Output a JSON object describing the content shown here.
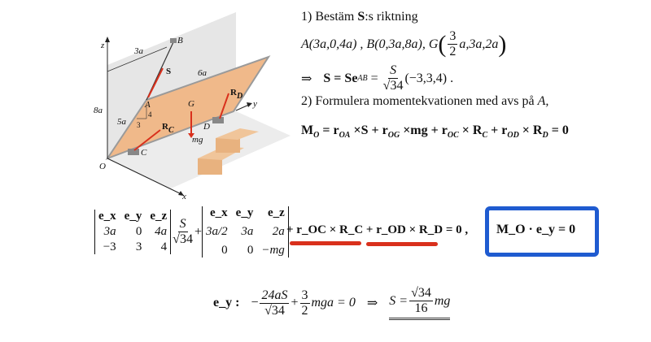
{
  "diagram": {
    "labels": {
      "z": "z",
      "x": "x",
      "y": "y",
      "O": "O",
      "A": "A",
      "B": "B",
      "C": "C",
      "D": "D",
      "G": "G",
      "S": "S",
      "RC": "R",
      "RC_sub": "C",
      "RD": "R",
      "RD_sub": "D",
      "mg": "mg",
      "3a": "3a",
      "6a": "6a",
      "8a": "8a",
      "5a": "5a",
      "four": "4",
      "three": "3"
    },
    "colors": {
      "board": "#f0b98a",
      "wall": "#e6e6e6",
      "force": "#d9301c",
      "edge": "#9a9a9a"
    }
  },
  "step1": {
    "heading_pre": "1) Bestäm ",
    "heading_bold": "S",
    "heading_post": ":s riktning",
    "points_a": "A(3a,0,4a) , B(0,3a,8a), G",
    "points_frac_num": "3",
    "points_frac_den": "2",
    "points_rest": "a,3a,2a",
    "arrow": "⇒",
    "s_lhs": "S = Se",
    "s_sub": "AB",
    "s_eq": "=",
    "s_frac_num": "S",
    "s_frac_den": "√34",
    "s_vec": "(−3,3,4) ."
  },
  "step2": {
    "heading": "2) Formulera momentekvationen med avs på ",
    "heading_point": "A,",
    "moment_eq": [
      "M",
      "O",
      " = ",
      "r",
      "OA",
      " ×S + ",
      "r",
      "OG",
      " ×mg + ",
      "r",
      "OC",
      " × R",
      "C",
      " + ",
      "r",
      "OD",
      " × R",
      "D",
      " = 0"
    ]
  },
  "determinants": {
    "det1": [
      "e_x",
      "e_y",
      "e_z",
      "3a",
      "0",
      "4a",
      "−3",
      "3",
      "4"
    ],
    "frac_num": "S",
    "frac_den": "√34",
    "plus": "+",
    "det2": [
      "e_x",
      "e_y",
      "e_z",
      "3a/2",
      "3a",
      "2a",
      "0",
      "0",
      "−mg"
    ],
    "rest": "+ r_OC × R_C + r_OD × R_D = 0 ,",
    "boxed": "M_O · e_y = 0"
  },
  "result": {
    "label": "e_y :",
    "lhs_frac_num": "24aS",
    "lhs_frac_den": "√34",
    "middle_frac_num": "3",
    "middle_frac_den": "2",
    "middle": "mga = 0",
    "arrow": "⇒",
    "answer_lhs": "S =",
    "answer_frac_num": "√34",
    "answer_frac_den": "16",
    "answer_rhs": "mg"
  }
}
